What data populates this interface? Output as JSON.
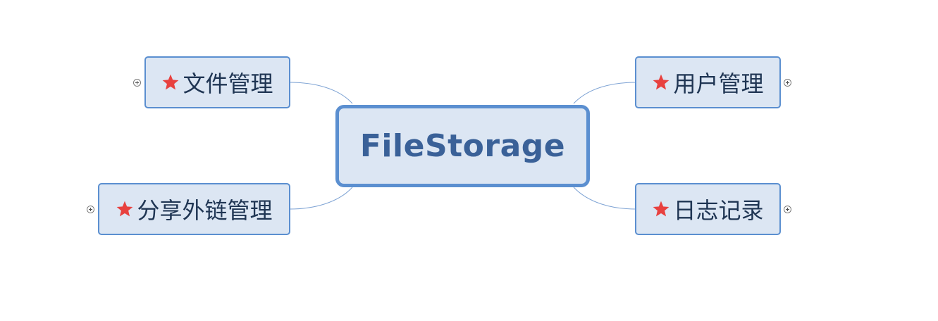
{
  "central_topic": {
    "label": "FileStorage"
  },
  "topics": [
    {
      "id": "file-management",
      "label": "文件管理",
      "marker_icon": "star-icon",
      "side": "left"
    },
    {
      "id": "share-link-management",
      "label": "分享外链管理",
      "marker_icon": "star-icon",
      "side": "left"
    },
    {
      "id": "user-management",
      "label": "用户管理",
      "marker_icon": "star-icon",
      "side": "right"
    },
    {
      "id": "log-records",
      "label": "日志记录",
      "marker_icon": "star-icon",
      "side": "right"
    }
  ],
  "colors": {
    "topic_fill": "#dce6f3",
    "topic_border": "#5b8fd0",
    "central_text": "#3a6198",
    "topic_text": "#1f3553",
    "star": "#e8413f",
    "connector": "#7ea3d4"
  },
  "expand_icon": "collapse-plus-icon"
}
